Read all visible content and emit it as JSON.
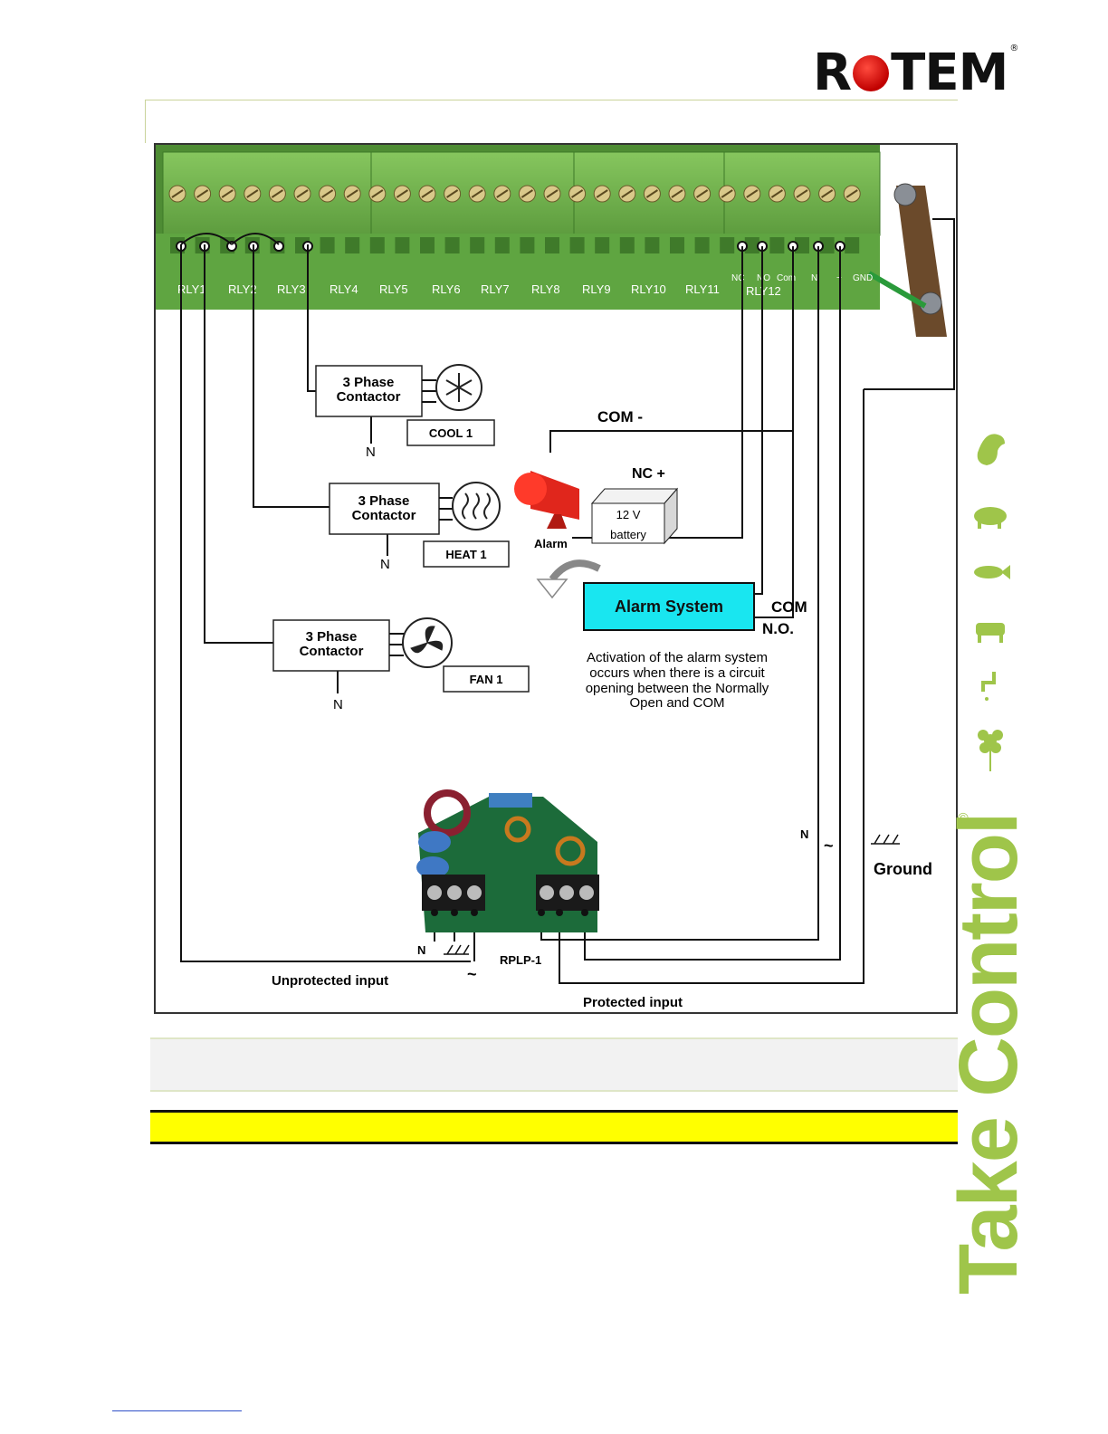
{
  "header": {
    "logo": "R",
    "logo_rest": "TEM",
    "logo_mark": "®"
  },
  "brand": {
    "tagline": "Take Control",
    "copyright": "©"
  },
  "board": {
    "relays": [
      "RLY1",
      "RLY2",
      "RLY3",
      "RLY4",
      "RLY5",
      "RLY6",
      "RLY7",
      "RLY8",
      "RLY9",
      "RLY10",
      "RLY11"
    ],
    "relay12_pins": [
      "NC",
      "NO",
      "Com"
    ],
    "relay12": "RLY12",
    "power_pins": [
      "N",
      "~",
      "GND"
    ]
  },
  "diagram": {
    "contactor_label_1": "3 Phase",
    "contactor_label_2": "Contactor",
    "cool": "COOL 1",
    "heat": "HEAT 1",
    "fan": "FAN 1",
    "neutral": "N",
    "com_minus": "COM -",
    "nc_plus": "NC +",
    "battery_v": "12 V",
    "battery": "battery",
    "alarm": "Alarm",
    "alarm_system": "Alarm System",
    "com": "COM",
    "no": "N.O.",
    "note_lines": [
      "Activation of the alarm system",
      "occurs when there is a circuit",
      "opening between the Normally",
      "Open and COM"
    ],
    "tilde": "~",
    "ground": "Ground",
    "rplp": "RPLP-1",
    "unprotected": "Unprotected input",
    "protected": "Protected input"
  },
  "colors": {
    "board": "#6fb04e",
    "alarm_system": "#19e6f0",
    "brand": "#9fc54a",
    "highlight": "#ffff00"
  }
}
